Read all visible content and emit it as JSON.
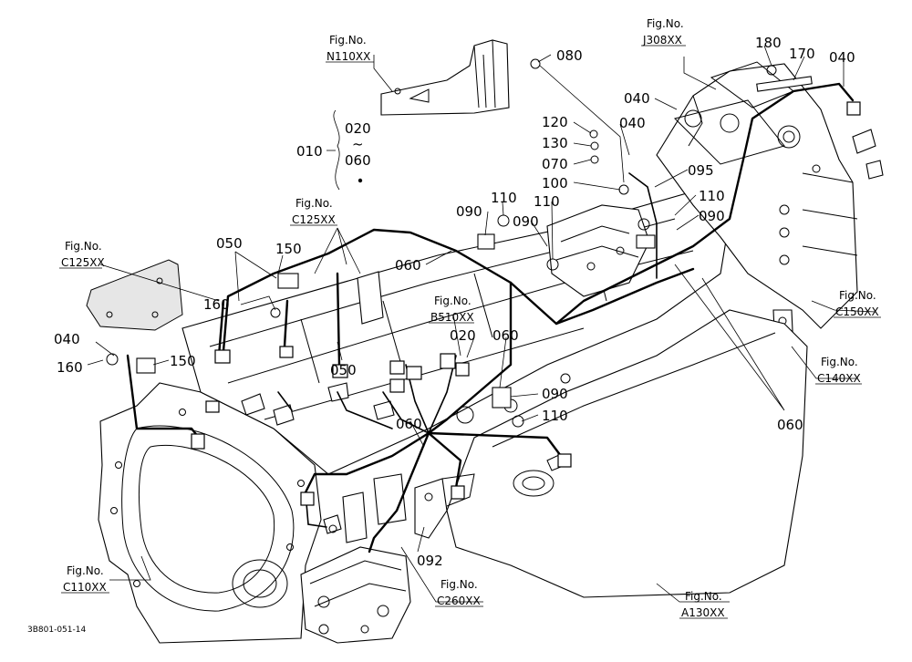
{
  "figure_refs": [
    {
      "id": "n110",
      "label": "Fig.No.",
      "code": "N110XX"
    },
    {
      "id": "j308",
      "label": "Fig.No.",
      "code": "J308XX"
    },
    {
      "id": "c125-left",
      "label": "Fig.No.",
      "code": "C125XX"
    },
    {
      "id": "c125-mid",
      "label": "Fig.No.",
      "code": "C125XX"
    },
    {
      "id": "b510",
      "label": "Fig.No.",
      "code": "B510XX"
    },
    {
      "id": "c150",
      "label": "Fig.No.",
      "code": "C150XX"
    },
    {
      "id": "c140",
      "label": "Fig.No.",
      "code": "C140XX"
    },
    {
      "id": "c110",
      "label": "Fig.No.",
      "code": "C110XX"
    },
    {
      "id": "c260",
      "label": "Fig.No.",
      "code": "C260XX"
    },
    {
      "id": "a130",
      "label": "Fig.No.",
      "code": "A130XX"
    }
  ],
  "part_labels": {
    "p080": "080",
    "p180": "180",
    "p170": "170",
    "p040_top_right": "040",
    "p040_top_mid": "040",
    "p040_mid": "040",
    "p120": "120",
    "p130": "130",
    "p070": "070",
    "p100": "100",
    "p095": "095",
    "p110_right": "110",
    "p090_right": "090",
    "p110_mid_a": "110",
    "p110_mid_b": "110",
    "p090_mid_a": "090",
    "p090_mid_b": "090",
    "p010": "010",
    "p020_range": "020",
    "range_sep": "~",
    "p060_range": "060",
    "p050_top": "050",
    "p150_top": "150",
    "p060_left": "060",
    "p160_mid": "160",
    "p040_left": "040",
    "p160_left": "160",
    "p150_left": "150",
    "p050_mid": "050",
    "p020_mid": "020",
    "p060_center": "060",
    "p090_lower": "090",
    "p110_lower": "110",
    "p060_lower": "060",
    "p060_bottom_right": "060",
    "p092": "092"
  },
  "drawing_code": "3B801-051-14"
}
